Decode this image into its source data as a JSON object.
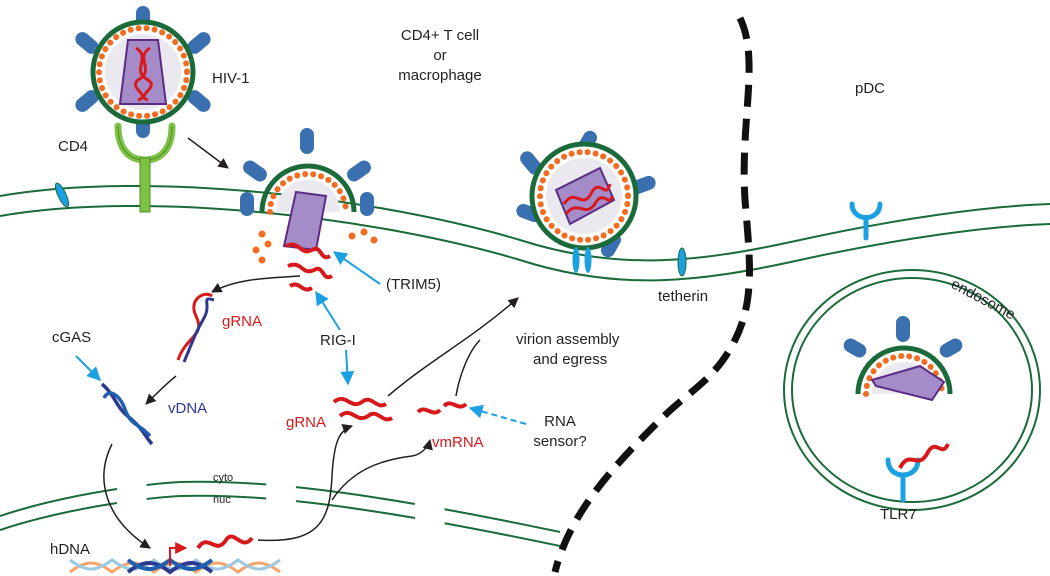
{
  "labels": {
    "hiv": "HIV-1",
    "cell_type_line1": "CD4+ T cell",
    "cell_type_line2": "or",
    "cell_type_line3": "macrophage",
    "pdc": "pDC",
    "cd4": "CD4",
    "trim5": "(TRIM5)",
    "grna_top": "gRNA",
    "rigi": "RIG-I",
    "cgas": "cGAS",
    "vdna": "vDNA",
    "grna_mid": "gRNA",
    "vmrna": "vmRNA",
    "rna_sensor_line1": "RNA",
    "rna_sensor_line2": "sensor?",
    "assembly_line1": "virion assembly",
    "assembly_line2": "and egress",
    "tetherin": "tetherin",
    "endosome": "endosome",
    "tlr7": "TLR7",
    "cyto": "cyto",
    "nuc": "nuc",
    "hdna": "hDNA"
  },
  "colors": {
    "membrane": "#1b6b3a",
    "envelope_spike": "#3a6fb0",
    "capsid_fill": "#a58cc9",
    "capsid_stroke": "#5b2c83",
    "matrix_dot": "#f26d21",
    "rna": "#d7191c",
    "dna_blue": "#2b3990",
    "sensor_arrow": "#1ba1e2",
    "cd4_receptor": "#7dc243",
    "divider": "#111111"
  }
}
